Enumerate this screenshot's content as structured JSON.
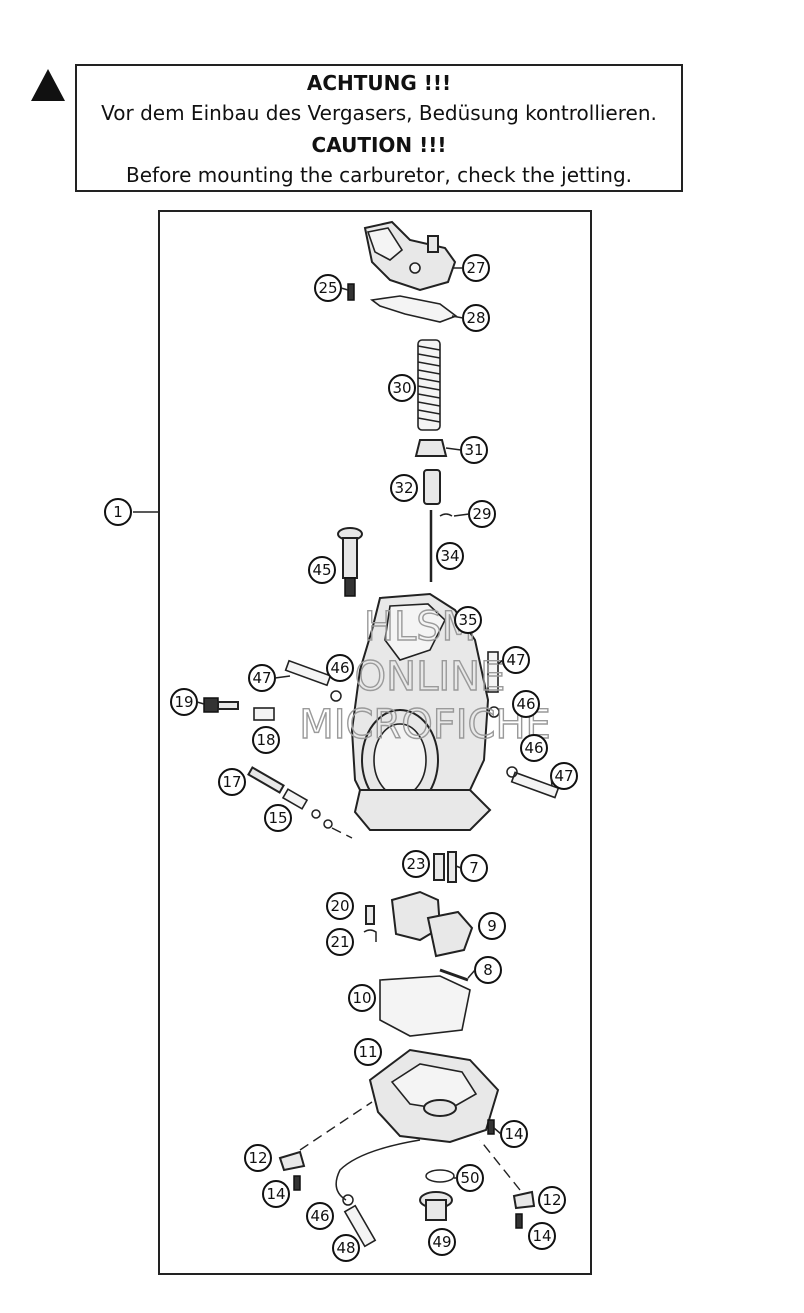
{
  "caution": {
    "heading_de": "ACHTUNG !!!",
    "text_de": "Vor dem Einbau des Vergasers, Bedüsung kontrollieren.",
    "heading_en": "CAUTION !!!",
    "text_en": "Before mounting the carburetor, check the jetting."
  },
  "watermark": {
    "line1": "HLSM",
    "line2": "ONLINE",
    "line3": "MICROFICHE"
  },
  "callouts": [
    "1",
    "7",
    "8",
    "9",
    "10",
    "11",
    "12",
    "12",
    "14",
    "14",
    "14",
    "15",
    "17",
    "18",
    "19",
    "20",
    "21",
    "23",
    "25",
    "27",
    "28",
    "29",
    "30",
    "31",
    "32",
    "34",
    "35",
    "45",
    "46",
    "46",
    "46",
    "46",
    "47",
    "47",
    "47",
    "48",
    "49",
    "50"
  ]
}
